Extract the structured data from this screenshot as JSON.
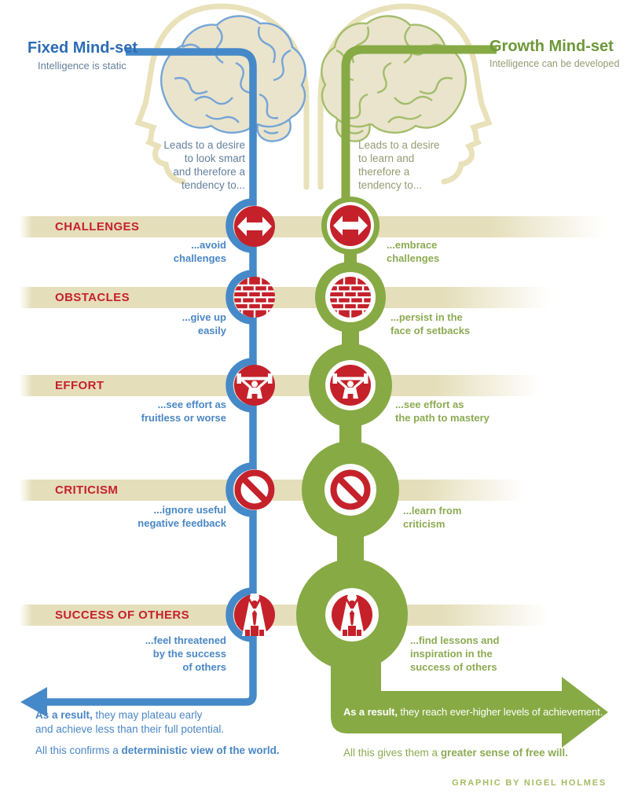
{
  "header": {
    "fixed": {
      "title": "Fixed Mind-set",
      "subtitle": "Intelligence is static",
      "desire": "Leads to a desire\nto look smart\nand therefore a\ntendency to..."
    },
    "growth": {
      "title": "Growth Mind-set",
      "subtitle": "Intelligence can be developed",
      "desire": "Leads to a desire\nto learn and\ntherefore a\ntendency to..."
    }
  },
  "rows": [
    {
      "label": "CHALLENGES",
      "icon": "colliding-arrows-icon",
      "fixed": "...avoid\nchallenges",
      "growth": "...embrace\nchallenges"
    },
    {
      "label": "OBSTACLES",
      "icon": "brick-wall-icon",
      "fixed": "...give up\neasily",
      "growth": "...persist in the\nface of setbacks"
    },
    {
      "label": "EFFORT",
      "icon": "weightlifter-icon",
      "fixed": "...see effort as\nfruitless or worse",
      "growth": "...see effort as\nthe path to mastery"
    },
    {
      "label": "CRITICISM",
      "icon": "no-symbol-icon",
      "fixed": "...ignore useful\nnegative feedback",
      "growth": "...learn from\ncriticism"
    },
    {
      "label": "SUCCESS OF OTHERS",
      "icon": "businessman-icon",
      "fixed": "...feel threatened\nby the success\nof others",
      "growth": "...find lessons and\ninspiration in the\nsuccess of others"
    }
  ],
  "footer": {
    "fixed": {
      "result_bold": "As a result,",
      "result_rest": " they may plateau early\nand achieve less than their full potential.",
      "summary_pre": "All this confirms a ",
      "summary_bold": "deterministic view of the world."
    },
    "growth": {
      "result_bold": "As a result,",
      "result_rest": " they reach ever-higher levels of achievement.",
      "summary_pre": "All this gives them a ",
      "summary_bold": "greater sense of free will."
    }
  },
  "credit": "GRAPHIC BY NIGEL HOLMES",
  "colors": {
    "blue": "#4589c8",
    "green": "#87aa45",
    "red": "#c5212b",
    "beige": "#e5deba",
    "headline_blue": "#2b6cb4",
    "headline_green": "#6d9839"
  }
}
